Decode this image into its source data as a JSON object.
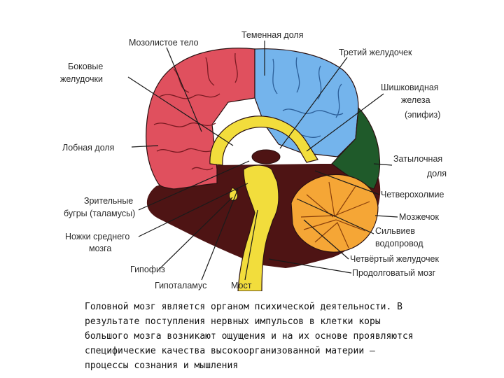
{
  "labels": {
    "corpus_callosum": "Мозолистое тело",
    "parietal_lobe": "Теменная доля",
    "lateral_ventricles_1": "Боковые",
    "lateral_ventricles_2": "желудочки",
    "third_ventricle": "Третий желудочек",
    "pineal_1": "Шишковидная",
    "pineal_2": "железа",
    "pineal_3": "(эпифиз)",
    "frontal_lobe": "Лобная доля",
    "occipital_1": "Затылочная",
    "occipital_2": "доля",
    "quadrigemina": "Четверохолмие",
    "thalamus_1": "Зрительные",
    "thalamus_2": "бугры (таламусы)",
    "cerebellum": "Мозжечок",
    "midbrain_1": "Ножки среднего",
    "midbrain_2": "мозга",
    "aqueduct_1": "Сильвиев",
    "aqueduct_2": "водопровод",
    "fourth_ventricle": "Четвёртый желудочек",
    "pituitary": "Гипофиз",
    "medulla": "Продолговатый мозг",
    "hypothalamus": "Гипоталамус",
    "pons": "Мост"
  },
  "caption": {
    "line1": "Головной мозг является органом психической деятельности. В",
    "line2": "результате поступления нервных импульсов в клетки коры",
    "line3": "большого мозга возникают ощущения и на их основе проявляются",
    "line4": "специфические качества высокоорганизованной материи —",
    "line5": "процессы сознания и мышления"
  },
  "colors": {
    "frontal": "#e0505e",
    "parietal": "#74b4ec",
    "occipital": "#1f5a2a",
    "cerebellum": "#f5a636",
    "brainstem": "#f2dd3c",
    "core": "#4e1414"
  }
}
